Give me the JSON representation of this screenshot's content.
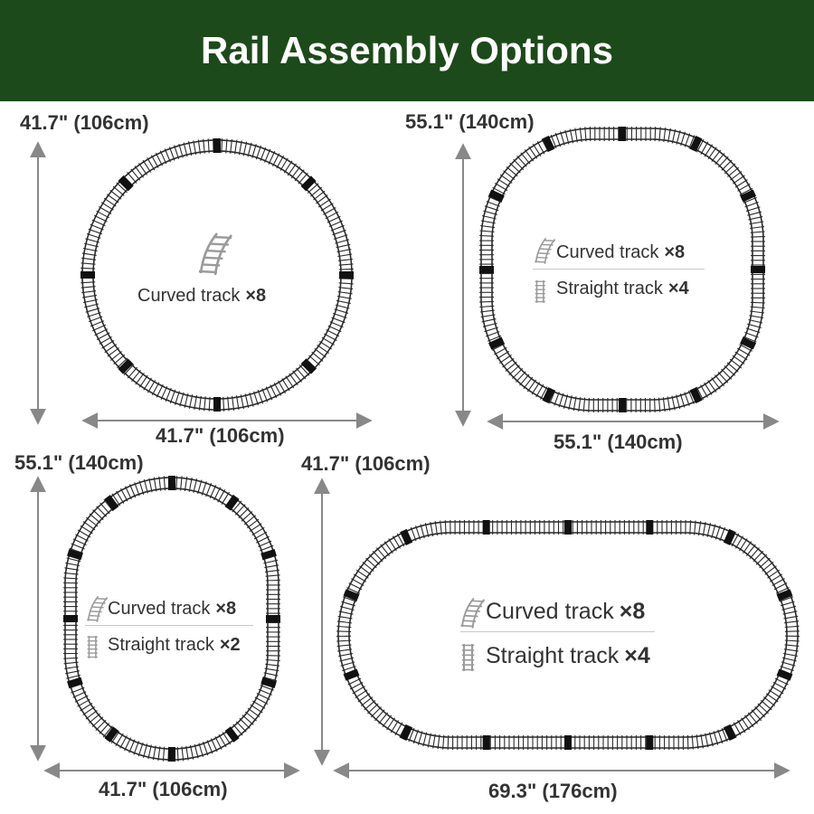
{
  "header": {
    "title": "Rail Assembly Options",
    "background": "#1d4a1a",
    "text_color": "#ffffff"
  },
  "colors": {
    "track": "#2a2a2a",
    "joint": "#111111",
    "arrow": "#888888",
    "icon": "#9a9a9a",
    "text": "#333333"
  },
  "layouts": [
    {
      "shape": "circle",
      "height_label": "41.7\" (106cm)",
      "width_label": "41.7\" (106cm)",
      "legend": [
        {
          "icon": "curved-track-icon",
          "label": "Curved track",
          "qty": "×8"
        }
      ]
    },
    {
      "shape": "rounded-square",
      "height_label": "55.1\" (140cm)",
      "width_label": "55.1\" (140cm)",
      "legend": [
        {
          "icon": "curved-track-icon",
          "label": "Curved track",
          "qty": "×8"
        },
        {
          "icon": "straight-track-icon",
          "label": "Straight track",
          "qty": "×4"
        }
      ]
    },
    {
      "shape": "vertical-oval",
      "height_label": "55.1\" (140cm)",
      "width_label": "41.7\" (106cm)",
      "legend": [
        {
          "icon": "curved-track-icon",
          "label": "Curved track",
          "qty": "×8"
        },
        {
          "icon": "straight-track-icon",
          "label": "Straight track",
          "qty": "×2"
        }
      ]
    },
    {
      "shape": "horizontal-oval",
      "height_label": "41.7\" (106cm)",
      "width_label": "69.3\" (176cm)",
      "legend": [
        {
          "icon": "curved-track-icon",
          "label": "Curved track",
          "qty": "×8"
        },
        {
          "icon": "straight-track-icon",
          "label": "Straight track",
          "qty": "×4"
        }
      ]
    }
  ]
}
